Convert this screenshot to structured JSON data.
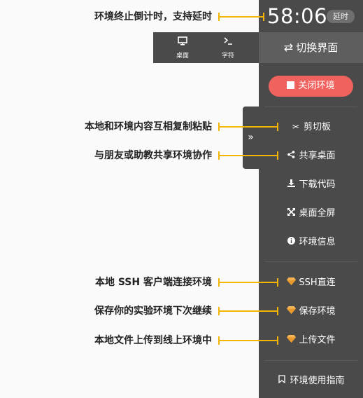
{
  "timer": {
    "value": "58:06",
    "extend_label": "延时"
  },
  "switch_ui": {
    "icon": "swap-arrows-icon",
    "label": "切换界面"
  },
  "topbar": {
    "desktop": {
      "icon": "monitor-icon",
      "label": "桌面"
    },
    "char": {
      "icon": "terminal-prompt-icon",
      "label": "字符"
    }
  },
  "handle": {
    "icon": "double-chevron-right-icon",
    "glyph": "»"
  },
  "close_env": {
    "label": "关闭环境",
    "color": "#f0625d"
  },
  "menu": {
    "clipboard": {
      "label": "剪切板",
      "icon": "scissors-icon"
    },
    "share_desktop": {
      "label": "共享桌面",
      "icon": "share-icon"
    },
    "download_code": {
      "label": "下载代码",
      "icon": "download-icon"
    },
    "fullscreen": {
      "label": "桌面全屏",
      "icon": "expand-icon"
    },
    "env_info": {
      "label": "环境信息",
      "icon": "info-icon"
    },
    "ssh": {
      "label": "SSH直连",
      "icon": "diamond-icon"
    },
    "save_env": {
      "label": "保存环境",
      "icon": "diamond-icon"
    },
    "upload": {
      "label": "上传文件",
      "icon": "diamond-icon"
    },
    "guide": {
      "label": "环境使用指南",
      "icon": "bookmark-icon"
    }
  },
  "annotations": {
    "timer": "环境终止倒计时，支持延时",
    "clipboard": "本地和环境内容互相复制粘贴",
    "share": "与朋友或助教共享环境协作",
    "ssh": "本地 SSH 客户端连接环境",
    "save": "保存你的实验环境下次继续",
    "upload": "本地文件上传到线上环境中"
  },
  "colors": {
    "panel": "#4a4a4a",
    "accent_line": "#f2b600",
    "gem": "#f5b455"
  }
}
